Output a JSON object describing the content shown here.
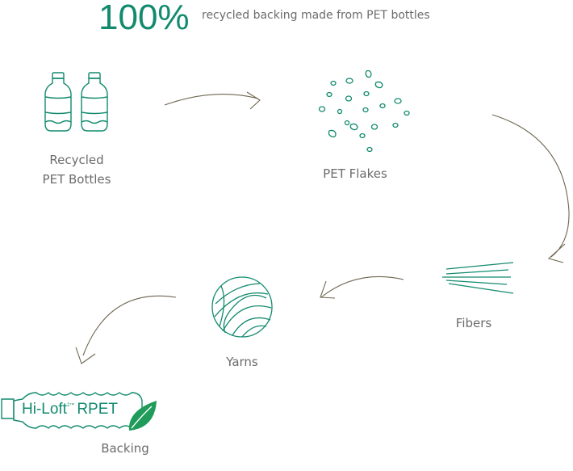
{
  "headline": {
    "percent": "100%",
    "subtitle": "recycled backing made from PET bottles"
  },
  "steps": [
    {
      "id": "bottles",
      "line1": "Recycled",
      "line2": "PET Bottles",
      "icon": "pet-bottles-icon"
    },
    {
      "id": "flakes",
      "line1": "PET Flakes",
      "icon": "pet-flakes-icon"
    },
    {
      "id": "fibers",
      "line1": "Fibers",
      "icon": "fibers-icon"
    },
    {
      "id": "yarns",
      "line1": "Yarns",
      "icon": "yarn-ball-icon"
    },
    {
      "id": "backing",
      "line1": "Backing",
      "icon": "backing-bottle-logo-icon"
    }
  ],
  "brand": {
    "name": "Hi-Loft",
    "superscript": "2™",
    "suffix": "RPET"
  },
  "colors": {
    "accent": "#128a6e",
    "text": "#6b6b6b",
    "arrow": "#6e6650"
  }
}
